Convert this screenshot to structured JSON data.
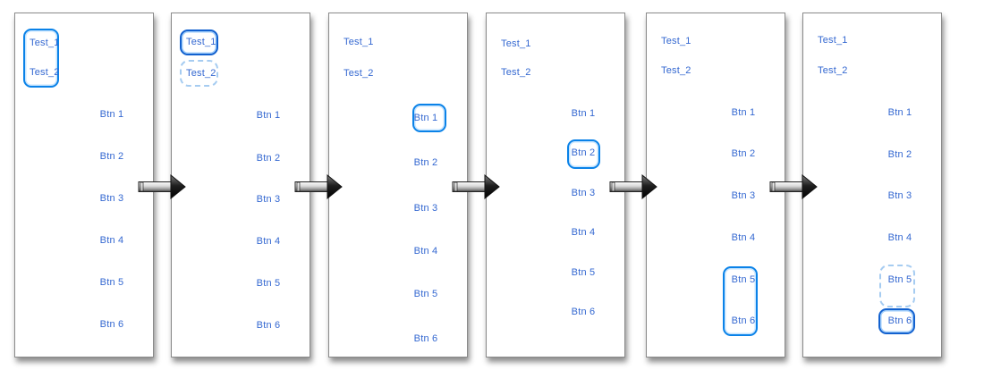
{
  "labels": {
    "test_1": "Test_1",
    "test_2": "Test_2",
    "btn_1": "Btn 1",
    "btn_2": "Btn 2",
    "btn_3": "Btn 3",
    "btn_4": "Btn 4",
    "btn_5": "Btn 5",
    "btn_6": "Btn 6"
  },
  "colors": {
    "label-text": "#3468d1",
    "hl-solid": "#0a82e8",
    "hl-strong": "#1261cf",
    "hl-dashed": "#a6ccf1",
    "panel-border": "#8a8a8a"
  },
  "panels": [
    {
      "step": 1,
      "highlights": [
        {
          "style": "solid",
          "targets": [
            "Test_1",
            "Test_2"
          ]
        }
      ]
    },
    {
      "step": 2,
      "highlights": [
        {
          "style": "strong",
          "targets": [
            "Test_1"
          ]
        },
        {
          "style": "dashed",
          "targets": [
            "Test_2"
          ]
        }
      ]
    },
    {
      "step": 3,
      "highlights": [
        {
          "style": "solid",
          "targets": [
            "Btn 1"
          ]
        }
      ]
    },
    {
      "step": 4,
      "highlights": [
        {
          "style": "solid",
          "targets": [
            "Btn 2"
          ]
        }
      ]
    },
    {
      "step": 5,
      "highlights": [
        {
          "style": "solid",
          "targets": [
            "Btn 5",
            "Btn 6"
          ]
        }
      ]
    },
    {
      "step": 6,
      "highlights": [
        {
          "style": "dashed",
          "targets": [
            "Btn 5"
          ]
        },
        {
          "style": "strong",
          "targets": [
            "Btn 6"
          ]
        }
      ]
    }
  ],
  "arrows": {
    "count": 5,
    "direction": "right"
  }
}
